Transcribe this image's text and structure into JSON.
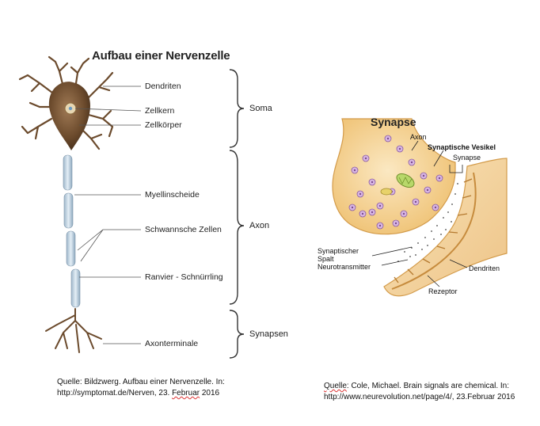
{
  "left": {
    "title": "Aufbau einer Nervenzelle",
    "labels": {
      "dendriten": "Dendriten",
      "zellkern": "Zellkern",
      "zellkoerper": "Zellkörper",
      "myelin": "Myellinscheide",
      "schwann": "Schwannsche Zellen",
      "ranvier": "Ranvier - Schnürrling",
      "axonterminale": "Axonterminale"
    },
    "groups": {
      "soma": "Soma",
      "axon": "Axon",
      "synapsen": "Synapsen"
    },
    "source_word": "Quelle",
    "source_rest": ": Bildzwerg. Aufbau einer Nervenzelle. In:",
    "source_line2a": "http://symptomat.de/Nerven, 23. ",
    "source_line2b": "Februar",
    "source_line2c": " 2016"
  },
  "right": {
    "title": "Synapse",
    "labels": {
      "axon": "Axon",
      "vesikel": "Synaptische Vesikel",
      "synapse": "Synapse",
      "spalt1": "Synaptischer",
      "spalt2": "Spalt",
      "neurotransmitter": "Neurotransmitter",
      "dendriten": "Dendriten",
      "rezeptor": "Rezeptor"
    },
    "source_word": "Quelle",
    "source_rest": ": Cole, Michael. Brain signals are chemical. In:",
    "source_line2": "http://www.neurevolution.net/page/4/, 23.Februar 2016"
  },
  "colors": {
    "soma": "#6b4a2c",
    "myelin": "#c9d8e6",
    "synapse_fill": "#f6d9a0",
    "vesicle": "#c9a3d6"
  }
}
